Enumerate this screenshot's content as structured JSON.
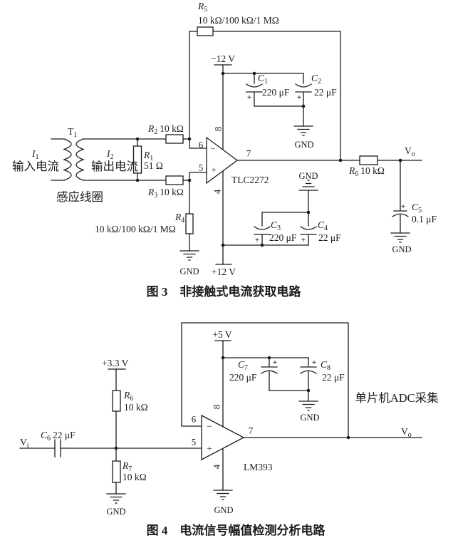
{
  "figure3": {
    "caption": "图 3　非接触式电流获取电路",
    "transformer": {
      "name": {
        "base": "T",
        "sub": "1"
      },
      "primary": {
        "base": "I",
        "sub": "1",
        "label": "输入电流"
      },
      "secondary": {
        "base": "I",
        "sub": "2",
        "label": "输出电流"
      },
      "coil_label": "感应线圈"
    },
    "resistors": {
      "r1": {
        "base": "R",
        "sub": "1",
        "value": "51 Ω"
      },
      "r2": {
        "base": "R",
        "sub": "2",
        "value": "10 kΩ"
      },
      "r3": {
        "base": "R",
        "sub": "3",
        "value": "10 kΩ"
      },
      "r4": {
        "base": "R",
        "sub": "4",
        "value": "10 kΩ/100 kΩ/1 MΩ"
      },
      "r5": {
        "base": "R",
        "sub": "5",
        "value": "10 kΩ/100 kΩ/1 MΩ"
      },
      "r6": {
        "base": "R",
        "sub": "6",
        "value": "10 kΩ"
      }
    },
    "capacitors": {
      "c1": {
        "base": "C",
        "sub": "1",
        "value": "220 μF"
      },
      "c2": {
        "base": "C",
        "sub": "2",
        "value": "22 μF"
      },
      "c3": {
        "base": "C",
        "sub": "3",
        "value": "220 μF"
      },
      "c4": {
        "base": "C",
        "sub": "4",
        "value": "22 μF"
      },
      "c5": {
        "base": "C",
        "sub": "5",
        "value": "0.1 μF"
      }
    },
    "opamp": {
      "part": "TLC2272",
      "pins": {
        "inverting": "6",
        "noninverting": "5",
        "output": "7",
        "vpos": "8",
        "vneg": "4"
      },
      "minus": "−",
      "plus": "+"
    },
    "supplies": {
      "negative": "−12 V",
      "positive": "+12 V"
    },
    "output": {
      "base": "V",
      "sub": "o"
    },
    "gnd_label": "GND"
  },
  "figure4": {
    "caption": "图 4　电流信号幅值检测分析电路",
    "input": {
      "base": "V",
      "sub": "i"
    },
    "resistors": {
      "r6": {
        "base": "R",
        "sub": "6",
        "value": "10 kΩ"
      },
      "r7": {
        "base": "R",
        "sub": "7",
        "value": "10 kΩ"
      }
    },
    "capacitors": {
      "c6": {
        "base": "C",
        "sub": "6",
        "value": "22 μF"
      },
      "c7": {
        "base": "C",
        "sub": "7",
        "value": "220 μF"
      },
      "c8": {
        "base": "C",
        "sub": "8",
        "value": "22 μF"
      }
    },
    "opamp": {
      "part": "LM393",
      "pins": {
        "inverting": "6",
        "noninverting": "5",
        "output": "7",
        "vpos": "8",
        "vneg": "4"
      },
      "minus": "−",
      "plus": "+"
    },
    "supplies": {
      "vcc": "+5 V",
      "vref": "+3.3 V"
    },
    "annotation": "单片机ADC采集",
    "output": {
      "base": "V",
      "sub": "o"
    },
    "gnd_label": "GND"
  },
  "symbols": {
    "polarity_plus": "+"
  }
}
